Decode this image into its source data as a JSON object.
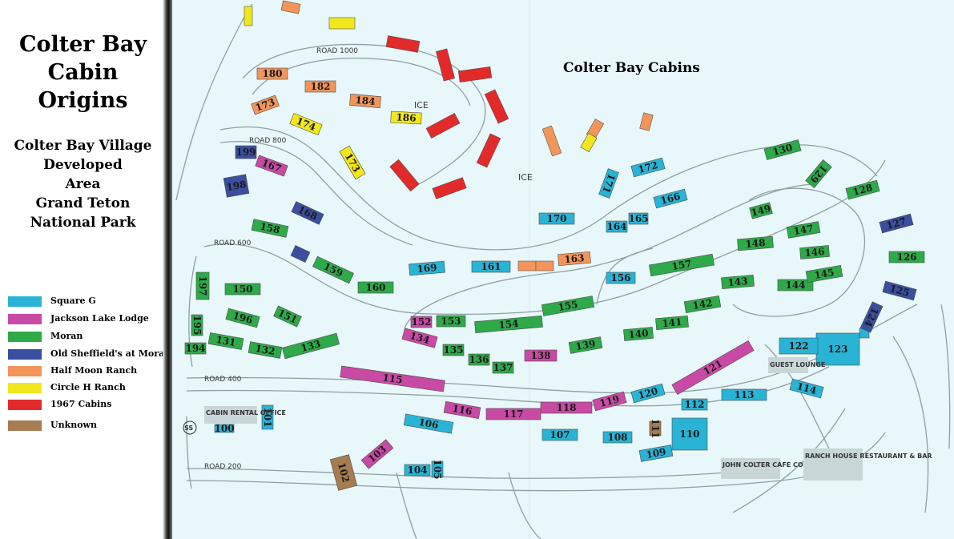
{
  "sidebar": {
    "title": "Colter Bay\nCabin\nOrigins",
    "subtitle": "Colter Bay Village\nDeveloped\nArea\nGrand Teton\nNational Park"
  },
  "legend": [
    {
      "key": "squareg",
      "label": "Square G",
      "color": "#29b4d6"
    },
    {
      "key": "jll",
      "label": "Jackson Lake Lodge",
      "color": "#c94aa5"
    },
    {
      "key": "moran",
      "label": "Moran",
      "color": "#2eaa49"
    },
    {
      "key": "sheffield",
      "label": "Old Sheffield's at Moran",
      "color": "#3a4fa0"
    },
    {
      "key": "halfmoon",
      "label": "Half Moon Ranch",
      "color": "#f3955a"
    },
    {
      "key": "circleh",
      "label": "Circle H Ranch",
      "color": "#f2e61c"
    },
    {
      "key": "c1967",
      "label": "1967 Cabins",
      "color": "#e32a2a"
    },
    {
      "key": "unknown",
      "label": "Unknown",
      "color": "#a67c52"
    }
  ],
  "map": {
    "title": "Colter Bay Cabins",
    "road_labels": [
      "ROAD 1000",
      "ROAD 800",
      "ROAD 600",
      "ROAD 400",
      "ROAD 200"
    ],
    "place_labels": [
      "ICE",
      "ICE",
      "CABIN RENTAL OFFICE",
      "GUEST LOUNGE",
      "JOHN COLTER CAFE COURT",
      "RANCH HOUSE RESTAURANT & BAR",
      "SS"
    ],
    "cabins": [
      {
        "n": "180",
        "t": "halfmoon"
      },
      {
        "n": "182",
        "t": "halfmoon"
      },
      {
        "n": "184",
        "t": "halfmoon"
      },
      {
        "n": "173",
        "t": "halfmoon"
      },
      {
        "n": "174",
        "t": "circleh"
      },
      {
        "n": "186",
        "t": "circleh"
      },
      {
        "n": "173",
        "t": "circleh"
      },
      {
        "n": "199",
        "t": "sheffield"
      },
      {
        "n": "167",
        "t": "jll"
      },
      {
        "n": "198",
        "t": "sheffield"
      },
      {
        "n": "168",
        "t": "sheffield"
      },
      {
        "n": "158",
        "t": "moran"
      },
      {
        "n": "159",
        "t": "moran"
      },
      {
        "n": "160",
        "t": "moran"
      },
      {
        "n": "150",
        "t": "moran"
      },
      {
        "n": "197",
        "t": "moran"
      },
      {
        "n": "196",
        "t": "moran"
      },
      {
        "n": "151",
        "t": "moran"
      },
      {
        "n": "195",
        "t": "moran"
      },
      {
        "n": "194",
        "t": "moran"
      },
      {
        "n": "131",
        "t": "moran"
      },
      {
        "n": "132",
        "t": "moran"
      },
      {
        "n": "133",
        "t": "moran"
      },
      {
        "n": "169",
        "t": "squareg"
      },
      {
        "n": "161",
        "t": "squareg"
      },
      {
        "n": "163",
        "t": "halfmoon"
      },
      {
        "n": "170",
        "t": "squareg"
      },
      {
        "n": "171",
        "t": "squareg"
      },
      {
        "n": "172",
        "t": "squareg"
      },
      {
        "n": "164",
        "t": "squareg"
      },
      {
        "n": "165",
        "t": "squareg"
      },
      {
        "n": "166",
        "t": "squareg"
      },
      {
        "n": "156",
        "t": "squareg"
      },
      {
        "n": "157",
        "t": "moran"
      },
      {
        "n": "155",
        "t": "moran"
      },
      {
        "n": "152",
        "t": "jll"
      },
      {
        "n": "153",
        "t": "moran"
      },
      {
        "n": "154",
        "t": "moran"
      },
      {
        "n": "134",
        "t": "jll"
      },
      {
        "n": "135",
        "t": "moran"
      },
      {
        "n": "136",
        "t": "moran"
      },
      {
        "n": "137",
        "t": "moran"
      },
      {
        "n": "138",
        "t": "jll"
      },
      {
        "n": "139",
        "t": "moran"
      },
      {
        "n": "140",
        "t": "moran"
      },
      {
        "n": "141",
        "t": "moran"
      },
      {
        "n": "142",
        "t": "moran"
      },
      {
        "n": "143",
        "t": "moran"
      },
      {
        "n": "144",
        "t": "moran"
      },
      {
        "n": "145",
        "t": "moran"
      },
      {
        "n": "146",
        "t": "moran"
      },
      {
        "n": "147",
        "t": "moran"
      },
      {
        "n": "148",
        "t": "moran"
      },
      {
        "n": "149",
        "t": "moran"
      },
      {
        "n": "130",
        "t": "moran"
      },
      {
        "n": "129",
        "t": "moran"
      },
      {
        "n": "128",
        "t": "moran"
      },
      {
        "n": "127",
        "t": "sheffield"
      },
      {
        "n": "126",
        "t": "moran"
      },
      {
        "n": "125",
        "t": "sheffield"
      },
      {
        "n": "124",
        "t": "sheffield"
      },
      {
        "n": "123",
        "t": "squareg"
      },
      {
        "n": "122",
        "t": "squareg"
      },
      {
        "n": "121",
        "t": "jll"
      },
      {
        "n": "120",
        "t": "squareg"
      },
      {
        "n": "119",
        "t": "jll"
      },
      {
        "n": "118",
        "t": "jll"
      },
      {
        "n": "117",
        "t": "jll"
      },
      {
        "n": "116",
        "t": "jll"
      },
      {
        "n": "115",
        "t": "jll"
      },
      {
        "n": "114",
        "t": "squareg"
      },
      {
        "n": "113",
        "t": "squareg"
      },
      {
        "n": "112",
        "t": "squareg"
      },
      {
        "n": "111",
        "t": "unknown"
      },
      {
        "n": "110",
        "t": "squareg"
      },
      {
        "n": "109",
        "t": "squareg"
      },
      {
        "n": "108",
        "t": "squareg"
      },
      {
        "n": "107",
        "t": "squareg"
      },
      {
        "n": "106",
        "t": "squareg"
      },
      {
        "n": "105",
        "t": "squareg"
      },
      {
        "n": "104",
        "t": "squareg"
      },
      {
        "n": "103",
        "t": "jll"
      },
      {
        "n": "102",
        "t": "unknown"
      },
      {
        "n": "101",
        "t": "squareg"
      },
      {
        "n": "100",
        "t": "squareg"
      }
    ]
  }
}
